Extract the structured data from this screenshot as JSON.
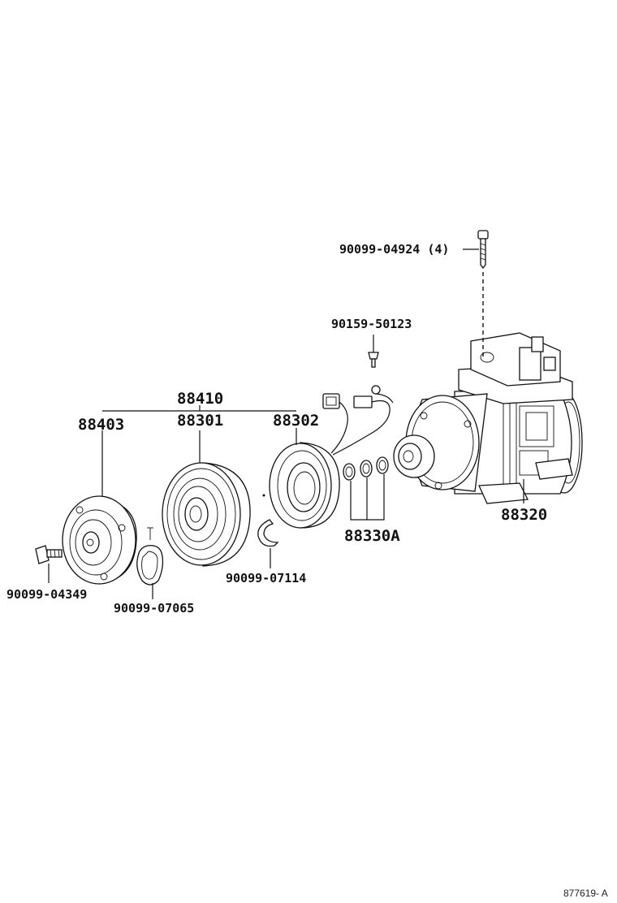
{
  "diagram": {
    "labels": {
      "bolt_top": "90099-04924 (4)",
      "screw_wire": "90159-50123",
      "clutch_assy": "88410",
      "pressure_plate": "88403",
      "pulley": "88301",
      "stator": "88302",
      "compressor": "88320",
      "shims": "88330A",
      "snap_ring": "90099-07114",
      "bolt_front": "90099-04349",
      "ring_front": "90099-07065"
    },
    "figure_ref": "877619- A"
  }
}
